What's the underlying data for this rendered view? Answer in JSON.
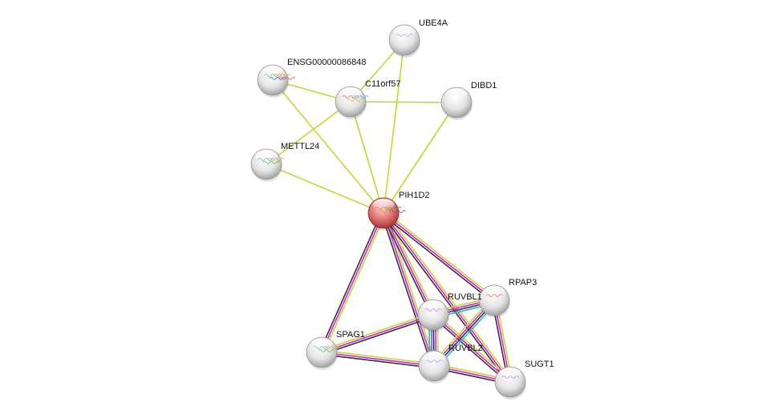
{
  "title": "STRING protein interaction network",
  "query_protein": "PIH1D2",
  "colors": {
    "textmining": "#c4d62f",
    "coexpression": "#333333",
    "experiments": "#d81fd8",
    "database": "#22b5d8",
    "homology": "#6060f0",
    "query_node": "#e07070",
    "node": "#e8e8e8"
  },
  "nodes": [
    {
      "id": "PIH1D2",
      "label": "PIH1D2",
      "query": true,
      "structure_colors": [
        "#e05020",
        "#d0a020",
        "#40a040",
        "#a040a0"
      ]
    },
    {
      "id": "UBE4A",
      "label": "UBE4A",
      "structure_colors": [
        "#c090e0"
      ]
    },
    {
      "id": "ENSG00000086848",
      "label": "ENSG00000086848",
      "structure_colors": [
        "#40c040",
        "#4070e0",
        "#e0a030",
        "#e06060"
      ]
    },
    {
      "id": "C11orf57",
      "label": "C11orf57",
      "structure_colors": [
        "#e04040",
        "#e0c040",
        "#40c0e0"
      ]
    },
    {
      "id": "DIBD1",
      "label": "DIBD1",
      "structure_colors": []
    },
    {
      "id": "METTL24",
      "label": "METTL24",
      "structure_colors": [
        "#40a0e0",
        "#60c060",
        "#e0a040"
      ]
    },
    {
      "id": "RPAP3",
      "label": "RPAP3",
      "structure_colors": [
        "#e05050"
      ]
    },
    {
      "id": "RUVBL1",
      "label": "RUVBL1",
      "structure_colors": [
        "#b070e0"
      ]
    },
    {
      "id": "SPAG1",
      "label": "SPAG1",
      "structure_colors": [
        "#40c0e0",
        "#60c060",
        "#e0a040"
      ]
    },
    {
      "id": "RUVBL2",
      "label": "RUVBL2",
      "structure_colors": [
        "#b070e0"
      ]
    },
    {
      "id": "SUGT1",
      "label": "SUGT1",
      "structure_colors": [
        "#b070e0"
      ]
    }
  ],
  "edges": [
    {
      "a": "UBE4A",
      "b": "C11orf57",
      "types": [
        "textmining"
      ]
    },
    {
      "a": "UBE4A",
      "b": "PIH1D2",
      "types": [
        "textmining"
      ]
    },
    {
      "a": "ENSG00000086848",
      "b": "C11orf57",
      "types": [
        "textmining"
      ]
    },
    {
      "a": "ENSG00000086848",
      "b": "PIH1D2",
      "types": [
        "textmining"
      ]
    },
    {
      "a": "C11orf57",
      "b": "DIBD1",
      "types": [
        "textmining"
      ]
    },
    {
      "a": "C11orf57",
      "b": "METTL24",
      "types": [
        "textmining"
      ]
    },
    {
      "a": "C11orf57",
      "b": "PIH1D2",
      "types": [
        "textmining"
      ]
    },
    {
      "a": "DIBD1",
      "b": "PIH1D2",
      "types": [
        "textmining"
      ]
    },
    {
      "a": "METTL24",
      "b": "PIH1D2",
      "types": [
        "textmining"
      ]
    },
    {
      "a": "PIH1D2",
      "b": "SPAG1",
      "types": [
        "textmining",
        "experiments",
        "coexpression"
      ]
    },
    {
      "a": "PIH1D2",
      "b": "RUVBL2",
      "types": [
        "textmining",
        "experiments",
        "coexpression"
      ]
    },
    {
      "a": "PIH1D2",
      "b": "RUVBL1",
      "types": [
        "textmining",
        "experiments",
        "coexpression"
      ]
    },
    {
      "a": "PIH1D2",
      "b": "SUGT1",
      "types": [
        "textmining",
        "experiments",
        "coexpression"
      ]
    },
    {
      "a": "PIH1D2",
      "b": "RPAP3",
      "types": [
        "textmining",
        "experiments",
        "coexpression"
      ]
    },
    {
      "a": "SPAG1",
      "b": "RUVBL1",
      "types": [
        "textmining",
        "experiments",
        "coexpression"
      ]
    },
    {
      "a": "SPAG1",
      "b": "RUVBL2",
      "types": [
        "textmining",
        "experiments",
        "coexpression"
      ]
    },
    {
      "a": "RUVBL1",
      "b": "RUVBL2",
      "types": [
        "textmining",
        "experiments",
        "coexpression",
        "homology",
        "database"
      ]
    },
    {
      "a": "RUVBL1",
      "b": "RPAP3",
      "types": [
        "textmining",
        "experiments",
        "coexpression",
        "database"
      ]
    },
    {
      "a": "RUVBL1",
      "b": "SUGT1",
      "types": [
        "textmining",
        "experiments",
        "coexpression"
      ]
    },
    {
      "a": "RUVBL2",
      "b": "RPAP3",
      "types": [
        "textmining",
        "experiments",
        "coexpression",
        "database"
      ]
    },
    {
      "a": "RUVBL2",
      "b": "SUGT1",
      "types": [
        "textmining",
        "experiments",
        "coexpression"
      ]
    },
    {
      "a": "RPAP3",
      "b": "SUGT1",
      "types": [
        "textmining",
        "experiments",
        "coexpression"
      ]
    }
  ]
}
